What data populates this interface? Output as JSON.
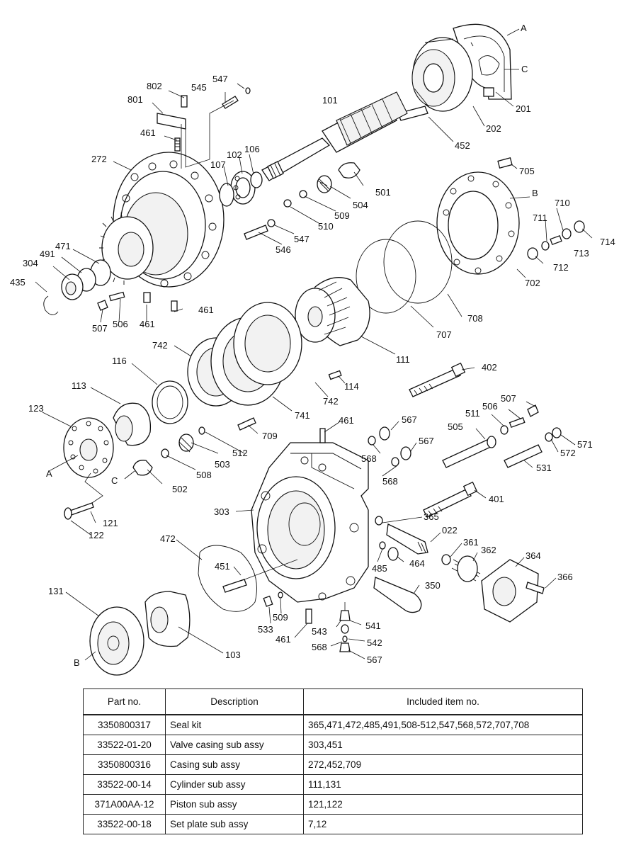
{
  "labels": [
    {
      "t": "A"
    },
    {
      "t": "C"
    },
    {
      "t": "201"
    },
    {
      "t": "202"
    },
    {
      "t": "452"
    },
    {
      "t": "101"
    },
    {
      "t": "547"
    },
    {
      "t": "545"
    },
    {
      "t": "802"
    },
    {
      "t": "801"
    },
    {
      "t": "461"
    },
    {
      "t": "272"
    },
    {
      "t": "107"
    },
    {
      "t": "102"
    },
    {
      "t": "106"
    },
    {
      "t": "501"
    },
    {
      "t": "504"
    },
    {
      "t": "509"
    },
    {
      "t": "510"
    },
    {
      "t": "547"
    },
    {
      "t": "546"
    },
    {
      "t": "705"
    },
    {
      "t": "B"
    },
    {
      "t": "710"
    },
    {
      "t": "711"
    },
    {
      "t": "714"
    },
    {
      "t": "713"
    },
    {
      "t": "712"
    },
    {
      "t": "702"
    },
    {
      "t": "708"
    },
    {
      "t": "707"
    },
    {
      "t": "111"
    },
    {
      "t": "471"
    },
    {
      "t": "491"
    },
    {
      "t": "304"
    },
    {
      "t": "435"
    },
    {
      "t": "507"
    },
    {
      "t": "506"
    },
    {
      "t": "461"
    },
    {
      "t": "461"
    },
    {
      "t": "742"
    },
    {
      "t": "116"
    },
    {
      "t": "113"
    },
    {
      "t": "123"
    },
    {
      "t": "A"
    },
    {
      "t": "C"
    },
    {
      "t": "502"
    },
    {
      "t": "508"
    },
    {
      "t": "503"
    },
    {
      "t": "512"
    },
    {
      "t": "709"
    },
    {
      "t": "741"
    },
    {
      "t": "742"
    },
    {
      "t": "114"
    },
    {
      "t": "402"
    },
    {
      "t": "461"
    },
    {
      "t": "567"
    },
    {
      "t": "568"
    },
    {
      "t": "567"
    },
    {
      "t": "568"
    },
    {
      "t": "507"
    },
    {
      "t": "506"
    },
    {
      "t": "511"
    },
    {
      "t": "505"
    },
    {
      "t": "571"
    },
    {
      "t": "572"
    },
    {
      "t": "531"
    },
    {
      "t": "401"
    },
    {
      "t": "365"
    },
    {
      "t": "022"
    },
    {
      "t": "361"
    },
    {
      "t": "362"
    },
    {
      "t": "364"
    },
    {
      "t": "366"
    },
    {
      "t": "303"
    },
    {
      "t": "472"
    },
    {
      "t": "451"
    },
    {
      "t": "485"
    },
    {
      "t": "464"
    },
    {
      "t": "350"
    },
    {
      "t": "121"
    },
    {
      "t": "122"
    },
    {
      "t": "131"
    },
    {
      "t": "B"
    },
    {
      "t": "103"
    },
    {
      "t": "533"
    },
    {
      "t": "509"
    },
    {
      "t": "461"
    },
    {
      "t": "543"
    },
    {
      "t": "541"
    },
    {
      "t": "542"
    },
    {
      "t": "568"
    },
    {
      "t": "567"
    }
  ],
  "table": {
    "headers": [
      "Part no.",
      "Description",
      "Included item no."
    ],
    "rows": [
      [
        "3350800317",
        "Seal kit",
        "365,471,472,485,491,508-512,547,568,572,707,708"
      ],
      [
        "33522-01-20",
        "Valve casing sub assy",
        "303,451"
      ],
      [
        "3350800316",
        "Casing sub assy",
        "272,452,709"
      ],
      [
        "33522-00-14",
        "Cylinder sub assy",
        "111,131"
      ],
      [
        "371A00AA-12",
        "Piston sub assy",
        "121,122"
      ],
      [
        "33522-00-18",
        "Set plate sub assy",
        "7,12"
      ]
    ]
  }
}
